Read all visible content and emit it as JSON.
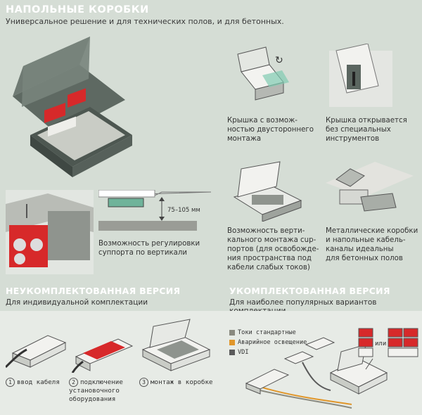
{
  "header": {
    "title": "НАПОЛЬНЫЕ КОРОБКИ",
    "subtitle": "Универсальное решение и для технических полов, и для бетонных."
  },
  "features": {
    "adjust_caption": "Возможность регулировки\nсуппорта по вертикали",
    "adjust_range": "75–105 мм",
    "cover_double": "Крышка с возмож-\nностью двустороннего\nмонтажа",
    "cover_tools": "Крышка открывается\nбез специальных\nинструментов",
    "vertical_mount": "Возможность верти-\nкального монтажа сup-\nпортов (для освобожде-\nния пространства под\nкабели слабых токов)",
    "metal_boxes": "Металлические коробки\nи напольные кабель-\nканалы идеальны\nдля бетонных полов"
  },
  "incomplete": {
    "title": "НЕУКОМПЛЕКТОВАННАЯ ВЕРСИЯ",
    "subtitle": "Для индивидуальной комплектации",
    "steps": [
      {
        "num": "1",
        "label": "ввод кабеля"
      },
      {
        "num": "2",
        "label": "подключение\nустановочного\nоборудования"
      },
      {
        "num": "3",
        "label": "монтаж в коробке"
      }
    ]
  },
  "complete": {
    "title": "УКОМПЛЕКТОВАННАЯ ВЕРСИЯ",
    "subtitle": "Для наиболее популярных вариантов комплектации",
    "legend": [
      {
        "label": "Токи стандартные",
        "color": "#8a8a80"
      },
      {
        "label": "Аварийное освещение",
        "color": "#e0962a"
      },
      {
        "label": "VDI",
        "color": "#5a5a5a"
      }
    ],
    "or_label": "или"
  },
  "colors": {
    "accent_red": "#d7292a",
    "box_gray": "#5b6660",
    "section_bg": "#d5ddd5"
  }
}
